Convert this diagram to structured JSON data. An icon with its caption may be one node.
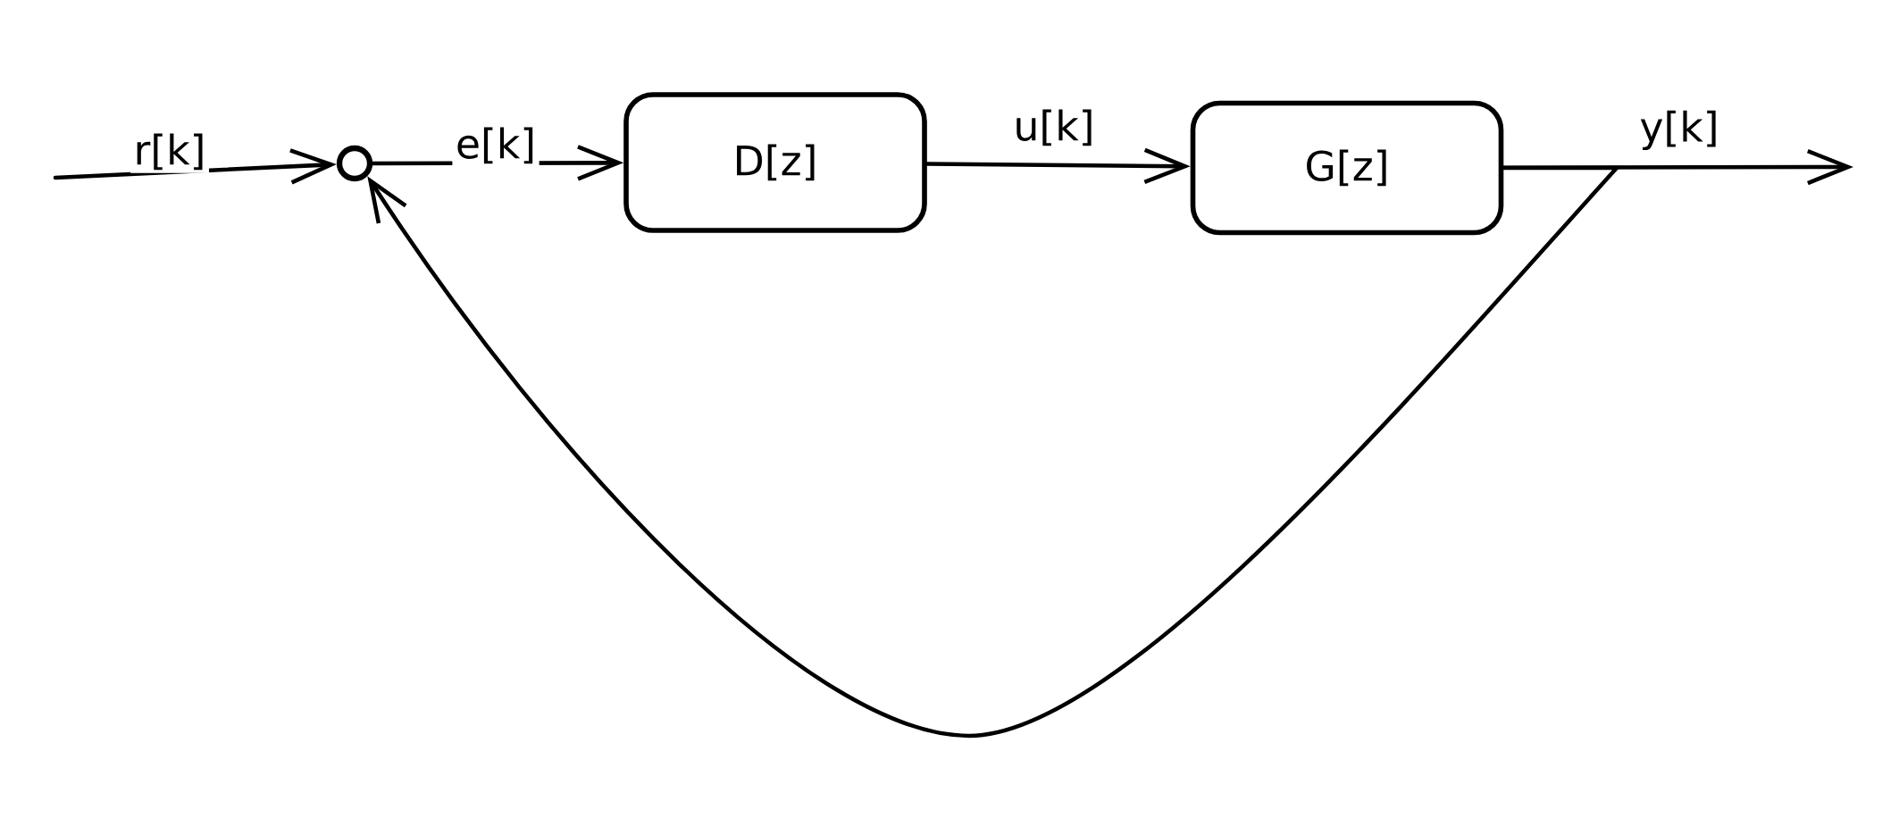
{
  "diagram": {
    "nodes": [
      {
        "text": [],
        "shape": "circle"
      },
      {
        "text": [
          "D[z]"
        ]
      },
      {
        "text": [
          "G[z]"
        ]
      }
    ],
    "edges": [
      {
        "from": null,
        "to": 0,
        "arrow": "to",
        "label": "r[k]"
      },
      {
        "from": 0,
        "to": 1,
        "arrow": "to",
        "label": "e[k]"
      },
      {
        "from": 1,
        "to": 2,
        "arrow": "to",
        "label": "u[k]"
      },
      {
        "from": 2,
        "to": null,
        "arrow": "to",
        "label": "y[k]"
      },
      {
        "from": 2,
        "to": 0,
        "arrow": "to"
      }
    ]
  }
}
